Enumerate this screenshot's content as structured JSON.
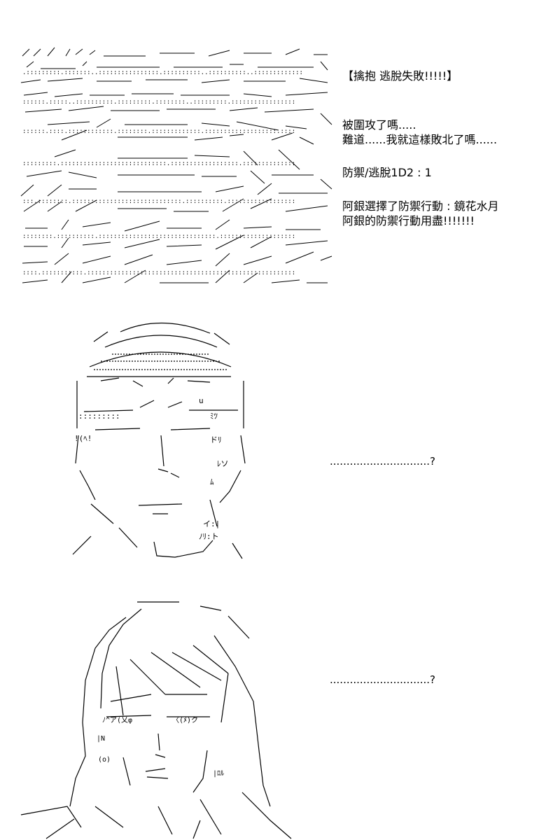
{
  "panel1": {
    "title": "【擒抱  逃脫失敗!!!!!】",
    "lines": [
      "被圍攻了嗎.....",
      "難道......我就這樣敗北了嗎......"
    ],
    "roll": "防禦/逃脫1D2 : 1",
    "result_lines": [
      "阿銀選擇了防禦行動 : 鏡花水月",
      "阿銀的防禦行動用盡!!!!!!!"
    ]
  },
  "panel2": {
    "text": "..............................?"
  },
  "panel3": {
    "text": "..............................?"
  },
  "art": {
    "crowd_name": "crowd-scene-art",
    "face1_name": "capped-man-face-art",
    "face2_name": "long-haired-man-face-art"
  }
}
